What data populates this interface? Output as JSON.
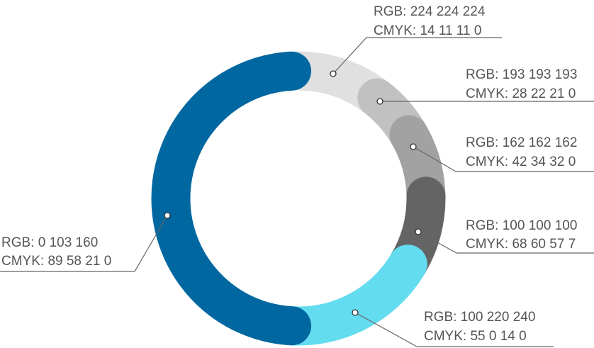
{
  "swatches": [
    {
      "id": "light-gray",
      "color": "#e0e0e0",
      "rgb": "RGB: 224 224 224",
      "cmyk": "CMYK: 14 11 11 0"
    },
    {
      "id": "silver",
      "color": "#c1c1c1",
      "rgb": "RGB: 193 193 193",
      "cmyk": "CMYK: 28 22 21 0"
    },
    {
      "id": "mid-gray",
      "color": "#a2a2a2",
      "rgb": "RGB: 162 162 162",
      "cmyk": "CMYK: 42 34 32 0"
    },
    {
      "id": "dark-gray",
      "color": "#646464",
      "rgb": "RGB: 100 100 100",
      "cmyk": "CMYK: 68 60 57 7"
    },
    {
      "id": "cyan",
      "color": "#64dcf0",
      "rgb": "RGB: 100 220 240",
      "cmyk": "CMYK: 55 0 14 0"
    },
    {
      "id": "blue",
      "color": "#0067a0",
      "rgb": "RGB: 0 103 160",
      "cmyk": "CMYK: 89 58 21 0"
    }
  ]
}
